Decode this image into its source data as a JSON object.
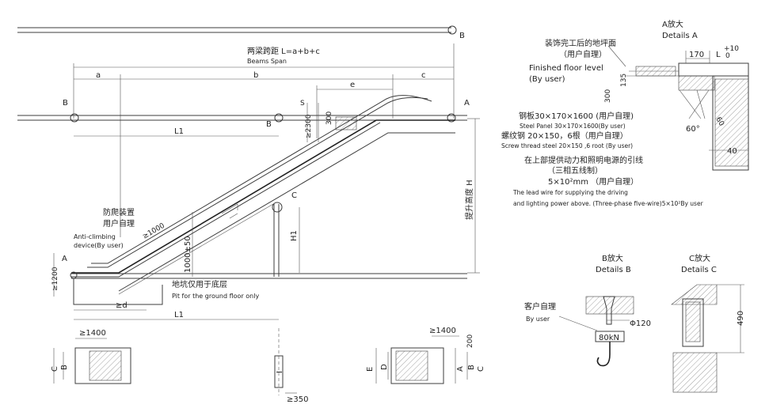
{
  "main": {
    "span_title": "两梁跨距 L=a+b+c",
    "span_title_en": "Beams Span",
    "dim_a": "a",
    "dim_b": "b",
    "dim_c": "c",
    "dim_e": "e",
    "dim_L1_top": "L1",
    "dim_L1_bottom": "L1",
    "dim_S": "S",
    "dim_2300": "≥2300",
    "dim_300": "300",
    "dim_H": "提升高度 H",
    "dim_H1": "H1",
    "dim_1000": "≥1000",
    "dim_1000_50": "1000±50",
    "dim_1200": "≥1200",
    "dim_d": "≥d",
    "anti_climb_cn1": "防爬装置",
    "anti_climb_cn2": "用户自理",
    "anti_climb_en1": "Anti-climbing",
    "anti_climb_en2": "device(By user)",
    "pit_cn": "地坑仅用于底层",
    "pit_en": "Pit for the ground floor only",
    "label_A_left": "A",
    "label_A_right": "A",
    "label_B_left": "B",
    "label_B_mid": "B",
    "label_B_top": "B",
    "label_C": "C",
    "dim_1400_left": "≥1400",
    "dim_1400_right": "≥1400",
    "dim_200": "200",
    "dim_350": "≥350",
    "plan_C_left": "C",
    "plan_B_left": "B",
    "plan_E": "E",
    "plan_D": "D",
    "plan_A": "A",
    "plan_B_right": "B",
    "plan_C_right": "C",
    "plan_I": "I"
  },
  "details": {
    "a_title_cn": "A放大",
    "a_title_en": "Details A",
    "a_floor_cn": "装饰完工后的地坪面",
    "a_floor_cn2": "（用户自理）",
    "a_floor_en": "Finished floor level",
    "a_floor_en2": "(By user)",
    "a_170": "170",
    "a_L": "L",
    "a_plus10": "+10",
    "a_zero": "0",
    "a_135": "135",
    "a_300": "300",
    "a_60deg": "60°",
    "a_60": "60",
    "a_40": "40",
    "steel_cn": "钢板30×170×1600 (用户自理)",
    "steel_en": "Steel Panel 30×170×1600(By user)",
    "screw_cn": "螺纹钢 20×150，6根（用户自理）",
    "screw_en": "Screw thread steel 20×150 ,6 root (By user)",
    "lead_cn1": "在上部提供动力和照明电源的引线",
    "lead_cn2": "（三相五线制）",
    "lead_cn3": "5×10²mm （用户自理）",
    "lead_en1": "The lead wire for supplying the driving",
    "lead_en2": "and lighting power above. (Three-phase five-wire)5×10²By user",
    "b_title_cn": "B放大",
    "b_title_en": "Details B",
    "b_user_cn": "客户自理",
    "b_user_en": "By user",
    "b_phi": "Φ120",
    "b_load": "80kN",
    "c_title_cn": "C放大",
    "c_title_en": "Details C",
    "c_490": "490"
  }
}
